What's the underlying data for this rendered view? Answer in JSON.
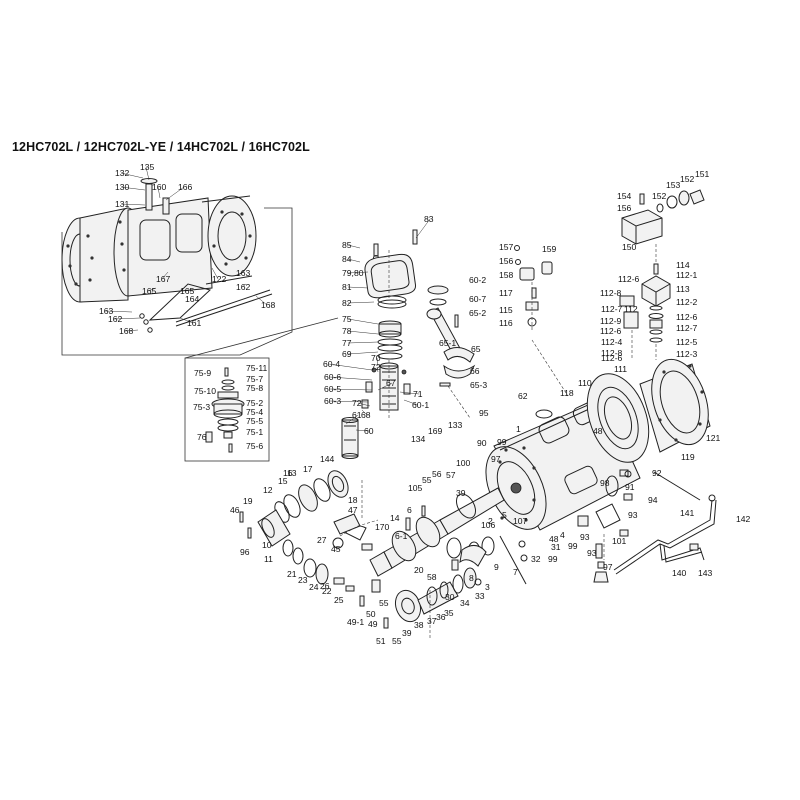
{
  "title": "12HC702L / 12HC702L-YE / 14HC702L / 16HC702L",
  "callouts": [
    "132",
    "135",
    "130",
    "160",
    "166",
    "131",
    "167",
    "122",
    "163",
    "165",
    "165",
    "162",
    "164",
    "168",
    "163",
    "162",
    "161",
    "168",
    "83",
    "85",
    "84",
    "79,80",
    "81",
    "82",
    "75",
    "78",
    "77",
    "69",
    "60-4",
    "70",
    "72",
    "60-6",
    "60-5",
    "60-3",
    "67",
    "68",
    "71",
    "72",
    "60-1",
    "61",
    "60",
    "75-11",
    "75-9",
    "75-7",
    "75-8",
    "75-10",
    "75-2",
    "75-3",
    "75-4",
    "75-5",
    "75-1",
    "76",
    "75-6",
    "60-2",
    "60-7",
    "65-2",
    "65-1",
    "65",
    "66",
    "65-3",
    "157",
    "159",
    "156",
    "158",
    "117",
    "115",
    "116",
    "154",
    "152",
    "153",
    "152",
    "151",
    "156",
    "150",
    "114",
    "112-6",
    "112-1",
    "112-8",
    "113",
    "112-7",
    "112-2",
    "112-9",
    "112-6",
    "112-6",
    "112-7",
    "112-4",
    "112-5",
    "112-8",
    "112-3",
    "112-6",
    "112",
    "111",
    "110",
    "118",
    "62",
    "48",
    "121",
    "119",
    "95",
    "133",
    "169",
    "134",
    "90",
    "99",
    "1",
    "97",
    "100",
    "57",
    "56",
    "105",
    "55",
    "39",
    "2",
    "107",
    "106",
    "5",
    "4",
    "99",
    "93",
    "101",
    "98",
    "91",
    "94",
    "93",
    "92",
    "141",
    "142",
    "140",
    "143",
    "144",
    "13",
    "17",
    "12",
    "15",
    "16",
    "19",
    "18",
    "47",
    "46",
    "27",
    "45",
    "170",
    "14",
    "6",
    "6-1",
    "3",
    "8",
    "7",
    "9",
    "32",
    "31",
    "48",
    "99",
    "93",
    "97",
    "96",
    "10",
    "11",
    "21",
    "23",
    "24",
    "22",
    "25",
    "26",
    "20",
    "58",
    "55",
    "50",
    "49",
    "49-1",
    "51",
    "55",
    "39",
    "38",
    "37",
    "36",
    "35",
    "34",
    "33",
    "30",
    "37"
  ]
}
